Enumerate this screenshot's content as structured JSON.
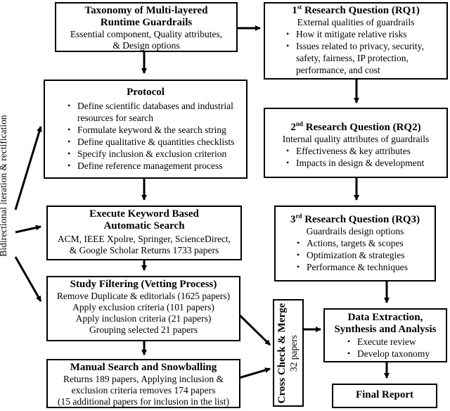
{
  "taxonomy": {
    "title_line1": "Taxonomy of Multi-layered",
    "title_line2": "Runtime Guardrails",
    "line1": "Essential component, Quality attributes,",
    "line2": "& Design options"
  },
  "protocol": {
    "title": "Protocol",
    "items": [
      "Define scientific databases and industrial resources for search",
      "Formulate keyword & the search string",
      "Define qualitative & quantities checklists",
      "Specify inclusion & exclusion criterion",
      "Define reference management process"
    ]
  },
  "keyword": {
    "title_line1": "Execute Keyword Based",
    "title_line2": "Automatic Search",
    "line1": "ACM, IEEE Xpolre, Springer, ScienceDirect,",
    "line2": "& Google Scholar Returns 1733 papers"
  },
  "filtering": {
    "title": "Study Filtering (Vetting Process)",
    "lines": [
      "Remove Duplicate & editorials (1625 papers)",
      "Apply exclusion criteria  (101 papers)",
      "Apply inclusion criteria  (21 papers)",
      "Grouping selected 21 papers"
    ]
  },
  "manual": {
    "title": "Manual Search and Snowballing",
    "lines": [
      "Returns 189 papers, Applying inclusion &",
      "exclusion criteria removes 174 papers",
      "(15 additional papers for inclusion in the list)"
    ]
  },
  "rq1": {
    "ordinal": "1",
    "sup": "st",
    "title_rest": " Research Question (RQ1)",
    "subtitle": "External qualities of guardrails",
    "items": [
      "How it mitigate relative risks",
      "Issues related to privacy, security, safety, fairness, IP protection, performance, and cost"
    ]
  },
  "rq2": {
    "ordinal": "2",
    "sup": "nd",
    "title_rest": " Research Question (RQ2)",
    "subtitle": "Internal quality attributes of guardrails",
    "items": [
      "Effectiveness & key attributes",
      "Impacts in design & development"
    ]
  },
  "rq3": {
    "ordinal": "3",
    "sup": "rd",
    "title_rest": " Research Question (RQ3)",
    "subtitle": "Guardrails design options",
    "items": [
      "Actions, targets & scopes",
      "Optimization &  strategies",
      "Performance & techniques"
    ]
  },
  "extraction": {
    "title_line1": "Data Extraction,",
    "title_line2": "Synthesis and Analysis",
    "items": [
      "Execute review",
      "Develop taxonomy"
    ]
  },
  "final": {
    "title": "Final Report"
  },
  "crosscheck": {
    "title": "Cross Check & Merge",
    "count": "32 papers"
  },
  "side_label": "Bidirectional iteration & rectification"
}
